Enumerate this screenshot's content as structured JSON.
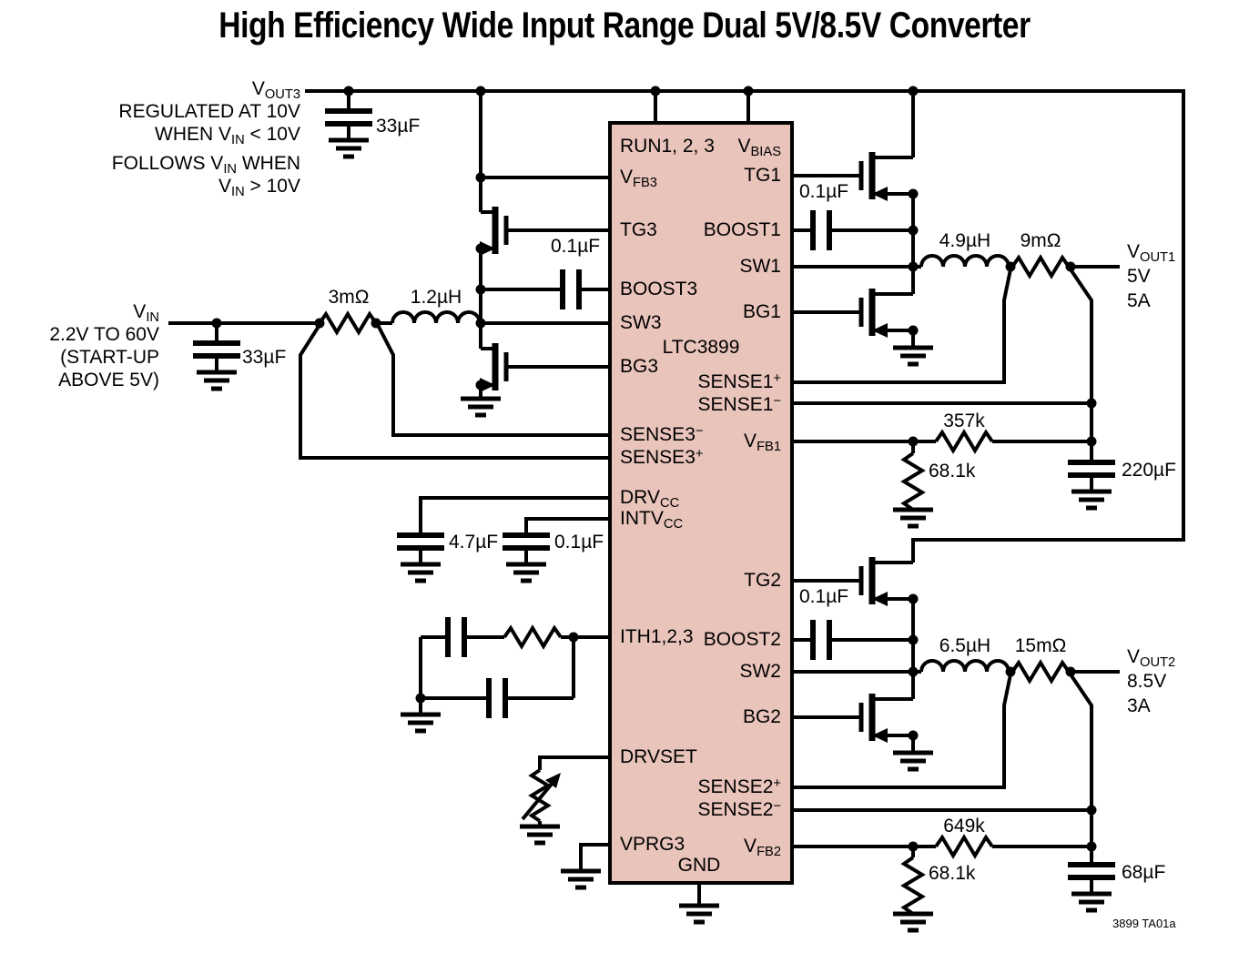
{
  "title": "High Efficiency Wide Input Range Dual 5V/8.5V Converter",
  "colors": {
    "ic_fill": "#e9c4bb",
    "stroke": "#000000"
  },
  "notes": {
    "vout3": {
      "sym": "V",
      "sub": "OUT3",
      "line2": "REGULATED AT 10V",
      "line3_pre": "WHEN V",
      "line3_sub": "IN",
      "line3_post": " < 10V",
      "line4_pre": "FOLLOWS V",
      "line4_sub": "IN",
      "line4_post": " WHEN",
      "line5_pre": "V",
      "line5_sub": "IN",
      "line5_post": " > 10V"
    },
    "vin": {
      "sym": "V",
      "sub": "IN",
      "line2": "2.2V TO 60V",
      "line3": "(START-UP",
      "line4": "ABOVE 5V)"
    },
    "vout1": {
      "sym": "V",
      "sub": "OUT1",
      "volts": "5V",
      "amps": "5A"
    },
    "vout2": {
      "sym": "V",
      "sub": "OUT2",
      "volts": "8.5V",
      "amps": "3A"
    },
    "watermark": "3899 TA01a"
  },
  "ic": {
    "part": "LTC3899",
    "pins": {
      "run": "RUN1, 2, 3",
      "vbias": {
        "sym": "V",
        "sub": "BIAS"
      },
      "vfb3": {
        "sym": "V",
        "sub": "FB3"
      },
      "tg3": "TG3",
      "boost3": "BOOST3",
      "sw3": "SW3",
      "bg3": "BG3",
      "sense3n": {
        "sym": "SENSE3",
        "sup": "−"
      },
      "sense3p": {
        "sym": "SENSE3",
        "sup": "+"
      },
      "drvcc": {
        "sym": "DRV",
        "sub": "CC"
      },
      "intvcc": {
        "sym": "INTV",
        "sub": "CC"
      },
      "ith": "ITH1,2,3",
      "drvset": "DRVSET",
      "vprg3": "VPRG3",
      "gnd": "GND",
      "tg1": "TG1",
      "boost1": "BOOST1",
      "sw1": "SW1",
      "bg1": "BG1",
      "sense1p": {
        "sym": "SENSE1",
        "sup": "+"
      },
      "sense1n": {
        "sym": "SENSE1",
        "sup": "−"
      },
      "vfb1": {
        "sym": "V",
        "sub": "FB1"
      },
      "tg2": "TG2",
      "boost2": "BOOST2",
      "sw2": "SW2",
      "bg2": "BG2",
      "sense2p": {
        "sym": "SENSE2",
        "sup": "+"
      },
      "sense2n": {
        "sym": "SENSE2",
        "sup": "−"
      },
      "vfb2": {
        "sym": "V",
        "sub": "FB2"
      }
    }
  },
  "components": {
    "c_vout3": "33µF",
    "c_vin": "33µF",
    "r_sense3": "3mΩ",
    "l3": "1.2µH",
    "c_boost3": "0.1µF",
    "c_boost1": "0.1µF",
    "c_boost2": "0.1µF",
    "l1": "4.9µH",
    "r_sense1": "9mΩ",
    "r_fb1_top": "357k",
    "r_fb1_bot": "68.1k",
    "c_out1": "220µF",
    "c_drvcc": "4.7µF",
    "c_intvcc": "0.1µF",
    "l2": "6.5µH",
    "r_sense2": "15mΩ",
    "r_fb2_top": "649k",
    "r_fb2_bot": "68.1k",
    "c_out2": "68µF"
  }
}
